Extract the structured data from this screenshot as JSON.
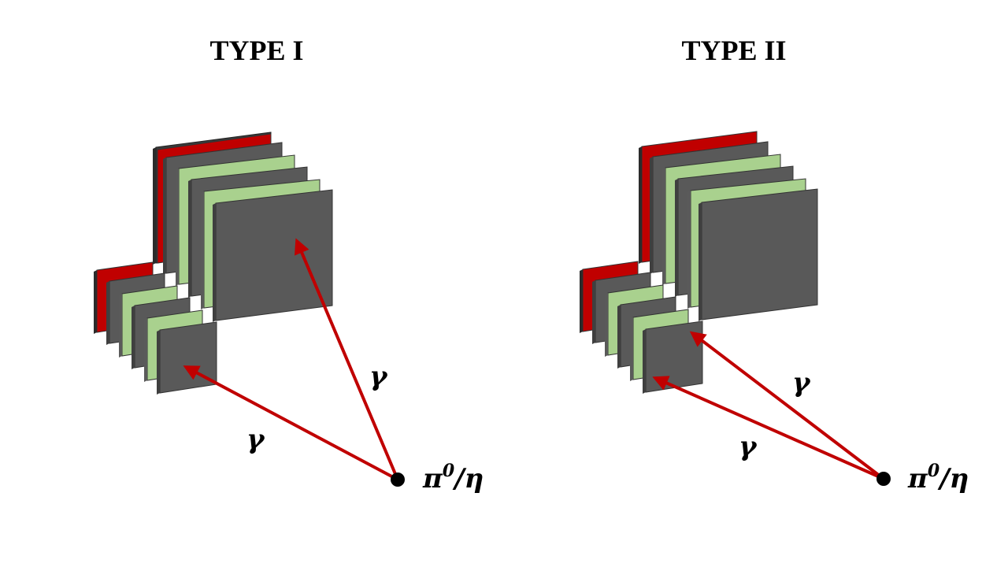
{
  "panels": [
    {
      "title": "TYPE I",
      "gamma_labels": [
        "γ",
        "γ"
      ],
      "particle_label": {
        "base": "π",
        "sup": "0",
        "rest": "/η"
      }
    },
    {
      "title": "TYPE II",
      "gamma_labels": [
        "γ",
        "γ"
      ],
      "particle_label": {
        "base": "π",
        "sup": "0",
        "rest": "/η"
      }
    }
  ],
  "colors": {
    "red_layer": "#c00000",
    "dark_layer": "#595959",
    "green_layer": "#a9d18e",
    "arrow": "#c00000",
    "vertex": "#000000"
  }
}
